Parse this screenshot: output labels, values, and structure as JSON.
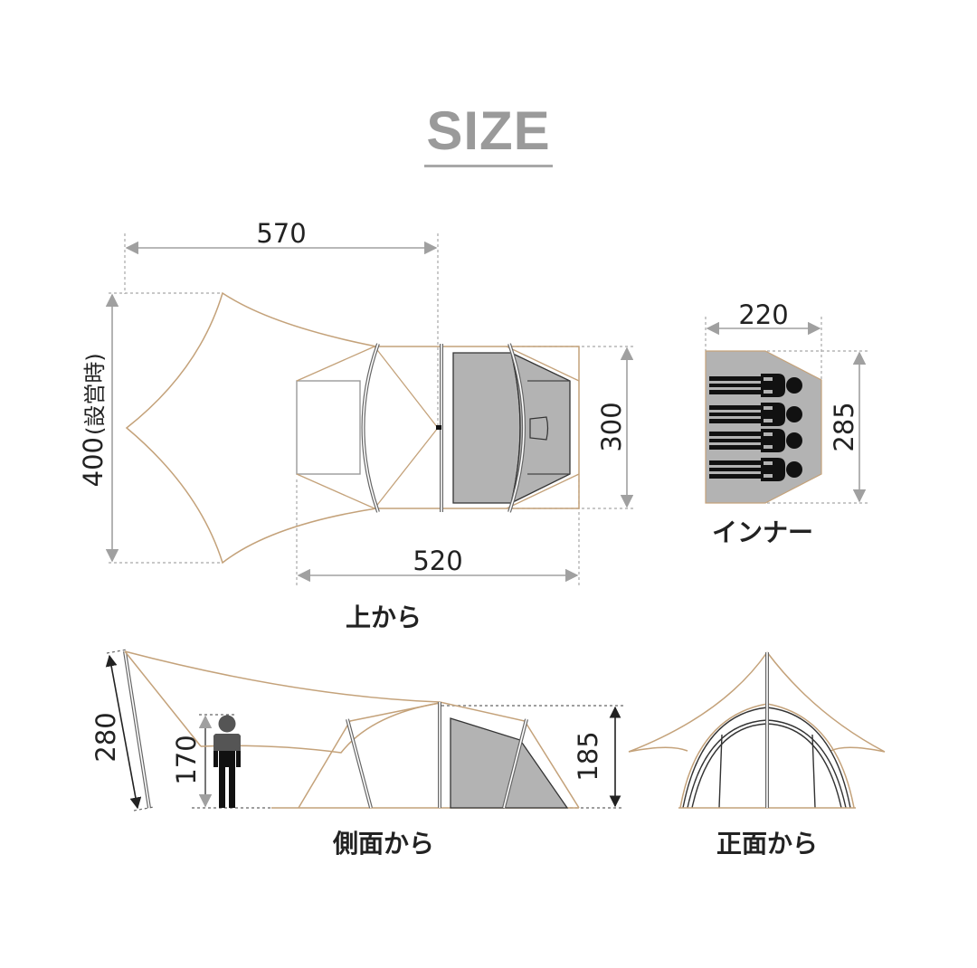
{
  "title": "SIZE",
  "colors": {
    "fly_outline": "#c4a27a",
    "inner_fill": "#b3b3b3",
    "pole": "#6b6b6b",
    "dim_line_gray": "#a0a0a0",
    "dim_line_dark": "#222222",
    "title_gray": "#9a9a9a",
    "text": "#222222"
  },
  "top_view": {
    "caption": "上から",
    "dims": {
      "width_total": "570",
      "length_tent": "520",
      "height_total": "400",
      "height_total_note": "(設営時)",
      "tent_width": "300"
    }
  },
  "inner_view": {
    "caption": "インナー",
    "dims": {
      "width": "220",
      "length": "285"
    },
    "capacity_icons": 4
  },
  "side_view": {
    "caption": "側面から",
    "dims": {
      "pole_height": "280",
      "person_height": "170",
      "tent_height": "185"
    }
  },
  "front_view": {
    "caption": "正面から"
  }
}
